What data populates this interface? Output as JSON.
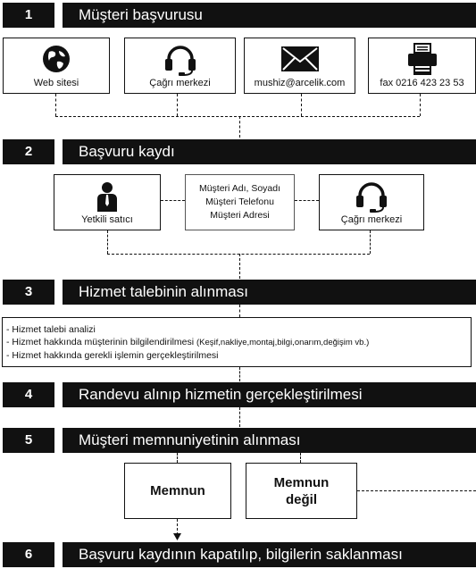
{
  "steps": [
    {
      "number": "1",
      "title": "Müşteri başvurusu"
    },
    {
      "number": "2",
      "title": "Başvuru kaydı"
    },
    {
      "number": "3",
      "title": "Hizmet talebinin alınması"
    },
    {
      "number": "4",
      "title": "Randevu alınıp hizmetin gerçekleştirilmesi"
    },
    {
      "number": "5",
      "title": "Müşteri memnuniyetinin alınması"
    },
    {
      "number": "6",
      "title": "Başvuru kaydının kapatılıp, bilgilerin saklanması"
    }
  ],
  "channels": [
    {
      "label": "Web sitesi",
      "icon": "globe-icon"
    },
    {
      "label": "Çağrı merkezi",
      "icon": "headset-icon"
    },
    {
      "label": "mushiz@arcelik.com",
      "icon": "envelope-icon"
    },
    {
      "label": "fax 0216 423 23 53",
      "icon": "fax-icon"
    }
  ],
  "registration": {
    "dealer_label": "Yetkili satıcı",
    "info_lines": [
      "Müşteri Adı, Soyadı",
      "Müşteri Telefonu",
      "Müşteri Adresi"
    ],
    "callcenter_label": "Çağrı merkezi"
  },
  "service_items": [
    "- Hizmet talebi analizi",
    "- Hizmet hakkında müşterinin bilgilendirilmesi",
    "(Keşif,nakliye,montaj,bilgi,onarım,değişim vb.)",
    "- Hizmet hakkında gerekli işlemin gerçekleştirilmesi"
  ],
  "satisfaction": {
    "satisfied": "Memnun",
    "not_satisfied_line1": "Memnun",
    "not_satisfied_line2": "değil"
  }
}
